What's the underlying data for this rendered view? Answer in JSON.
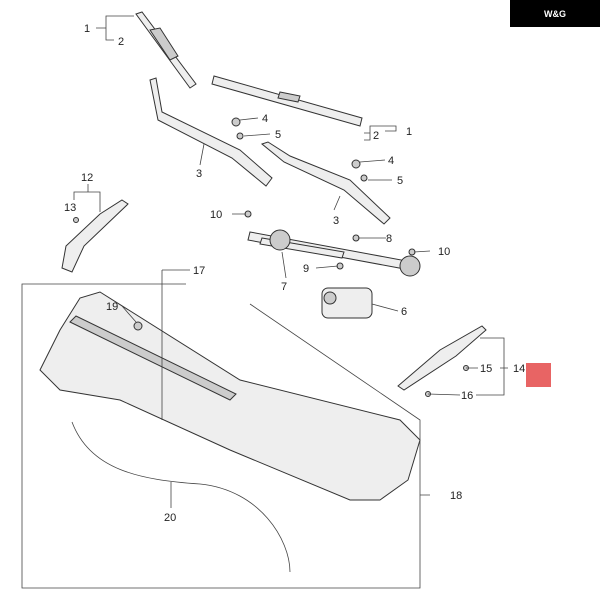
{
  "logo": {
    "text": "W&G"
  },
  "highlight_color": "#e86464",
  "callouts": {
    "c1a": "1",
    "c2a": "2",
    "c2b": "2",
    "c1b": "1",
    "c4a": "4",
    "c5a": "5",
    "c3a": "3",
    "c4b": "4",
    "c5b": "5",
    "c3b": "3",
    "c12": "12",
    "c13": "13",
    "c10a": "10",
    "c8": "8",
    "c10b": "10",
    "c9": "9",
    "c17": "17",
    "c7": "7",
    "c6": "6",
    "c19": "19",
    "c15": "15",
    "c14": "14",
    "c16": "16",
    "c18": "18",
    "c20": "20"
  }
}
